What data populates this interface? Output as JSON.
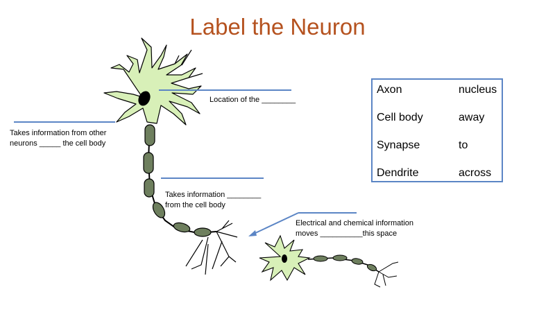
{
  "title": "Label the Neuron",
  "labels": {
    "nucleus_location": "Location of the ________",
    "dendrites_line1": "Takes information from other",
    "dendrites_line2": "neurons _____ the cell body",
    "axon_line1": "Takes information ________",
    "axon_line2": "from the cell body",
    "synapse_line1": "Electrical and chemical information",
    "synapse_line2": "moves __________this space"
  },
  "word_bank": {
    "rows": [
      {
        "left": "Axon",
        "right": "nucleus"
      },
      {
        "left": "Cell body",
        "right": "away"
      },
      {
        "left": "Synapse",
        "right": "to"
      },
      {
        "left": "Dendrite",
        "right": "across"
      }
    ]
  },
  "colors": {
    "title": "#B5521F",
    "answer_line": "#5B85C5",
    "dendrite_fill": "#D8F0B8",
    "axon_segment": "#6E7F5E",
    "nucleus": "#000000"
  }
}
